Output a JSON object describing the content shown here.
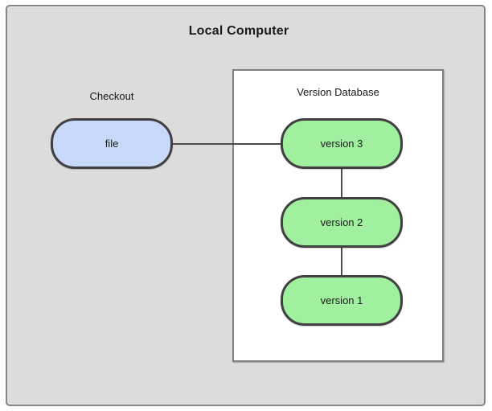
{
  "diagram": {
    "title": "Local Computer",
    "checkout": {
      "label": "Checkout",
      "node_label": "file"
    },
    "version_database": {
      "label": "Version Database",
      "versions": [
        {
          "label": "version 3"
        },
        {
          "label": "version 2"
        },
        {
          "label": "version 1"
        }
      ]
    },
    "colors": {
      "outer_bg": "#dcdcdc",
      "outer_border": "#848484",
      "file_fill": "#c8d8f8",
      "version_fill": "#a0f0a0",
      "node_border": "#404040",
      "connector": "#4d4d4d"
    }
  }
}
